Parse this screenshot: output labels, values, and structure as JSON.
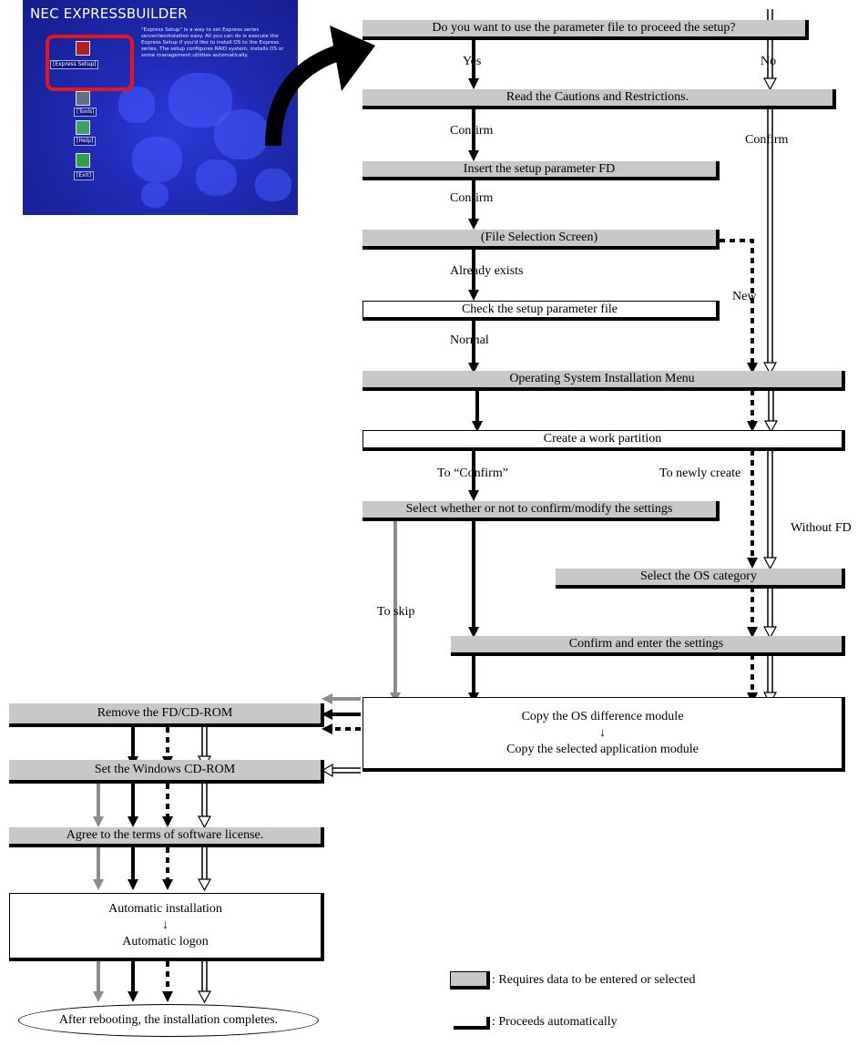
{
  "screenshot": {
    "title": "NEC EXPRESSBUILDER",
    "description": "\"Express Setup\" is a way to set Express series server/workstation easy. All you can do is execute the Express Setup if you'd like to install OS to the Express series. The setup configures RAID system, installs OS or some management utilities automatically.",
    "menu": [
      {
        "label": "[Express Setup]",
        "icon": "setup-icon"
      },
      {
        "label": "[Tools]",
        "icon": "tools-icon"
      },
      {
        "label": "[Help]",
        "icon": "help-icon"
      },
      {
        "label": "[Exit]",
        "icon": "exit-icon"
      }
    ],
    "highlight_color": "#e8141c"
  },
  "steps": {
    "question": "Do you want to use the parameter file to proceed the setup?",
    "cautions": "Read the Cautions and Restrictions.",
    "insert_fd": "Insert the setup parameter FD",
    "file_selection": "(File Selection Screen)",
    "check_param": "Check the setup parameter file",
    "os_menu": "Operating System Installation Menu",
    "work_partition": "Create a work partition",
    "confirm_modify": "Select whether or not to confirm/modify the settings",
    "os_category": "Select the OS category",
    "confirm_enter": "Confirm and enter the settings",
    "copy_line1": "Copy the OS difference module",
    "copy_arrow": "↓",
    "copy_line2": "Copy the selected application module",
    "remove_fd": "Remove the FD/CD-ROM",
    "set_windows": "Set the Windows CD-ROM",
    "agree": "Agree to the terms of software license.",
    "auto_line1": "Automatic installation",
    "auto_arrow": "↓",
    "auto_line2": "Automatic logon",
    "final": "After rebooting, the installation completes."
  },
  "labels": {
    "yes": "Yes",
    "no": "No",
    "confirm1": "Confirm",
    "confirm_right": "Confirm",
    "confirm2": "Confirm",
    "already_exists": "Already exists",
    "new": "New",
    "normal": "Normal",
    "to_confirm": "To “Confirm”",
    "to_newly_create": "To newly create",
    "without_fd": "Without FD",
    "to_skip": "To skip"
  },
  "legend": {
    "requires_input": ": Requires data to be entered or selected",
    "automatic": ": Proceeds automatically"
  },
  "colors": {
    "step_fill": "#c8c8c8",
    "gray_arrow": "#8c8c8c",
    "black": "#000000"
  }
}
